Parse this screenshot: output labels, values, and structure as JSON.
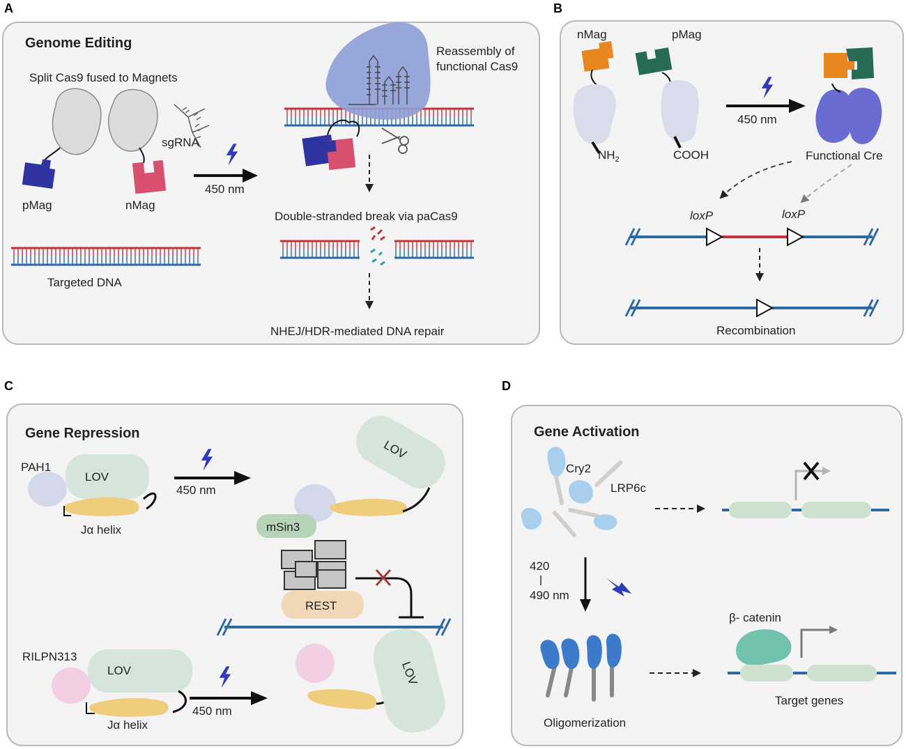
{
  "colors": {
    "panel_bg": "#f4f4f4",
    "panel_border": "#b9b9b9",
    "dna_red": "#c4323a",
    "dna_blue": "#2d6aa3",
    "pmag": "#3034a0",
    "nmag_pink": "#d9506f",
    "cas9": "#8d9fd6",
    "nmag_orange": "#e8861f",
    "pmag_green": "#276b52",
    "cre": "#6b6bd4",
    "bolt": "#2f3bb8",
    "lov": "#d5e5dc",
    "helix": "#f0cd7d",
    "cry2": "#a9cfee",
    "oligo_blue": "#3b7bc9",
    "catenin": "#72c2ad",
    "gene": "#cfe1cf",
    "rest": "#f1d9b7",
    "msin3": "#b8d4b8",
    "block": "#c4c6c8",
    "red_x": "#a33b32"
  },
  "panels": {
    "A": {
      "letter": "A",
      "title": "Genome Editing",
      "split_label": "Split Cas9 fused to Magnets",
      "sgrna": "sgRNA",
      "pmag": "pMag",
      "nmag": "nMag",
      "targeted_dna": "Targeted DNA",
      "wavelength": "450 nm",
      "reassembly_line1": "Reassembly of",
      "reassembly_line2": "functional Cas9",
      "dsb": "Double-stranded break via paCas9",
      "repair": "NHEJ/HDR-mediated DNA repair"
    },
    "B": {
      "letter": "B",
      "nmag": "nMag",
      "pmag": "pMag",
      "nh2": "NH",
      "nh2_sub": "2",
      "cooh": "COOH",
      "wavelength": "450 nm",
      "functional_cre": "Functional  Cre",
      "loxp": "loxP",
      "recombination": "Recombination"
    },
    "C": {
      "letter": "C",
      "title": "Gene Repression",
      "pah1": "PAH1",
      "lov": "LOV",
      "ja_helix": "Jα helix",
      "wavelength": "450 nm",
      "msin3": "mSin3",
      "rest": "REST",
      "rilpn313": "RILPN313"
    },
    "D": {
      "letter": "D",
      "title": "Gene Activation",
      "cry2": "Cry2",
      "lrp6c": "LRP6c",
      "wl_top": "420",
      "wl_bottom": "490 nm",
      "beta_catenin": "β- catenin",
      "oligomerization": "Oligomerization",
      "target_genes": "Target genes"
    }
  }
}
